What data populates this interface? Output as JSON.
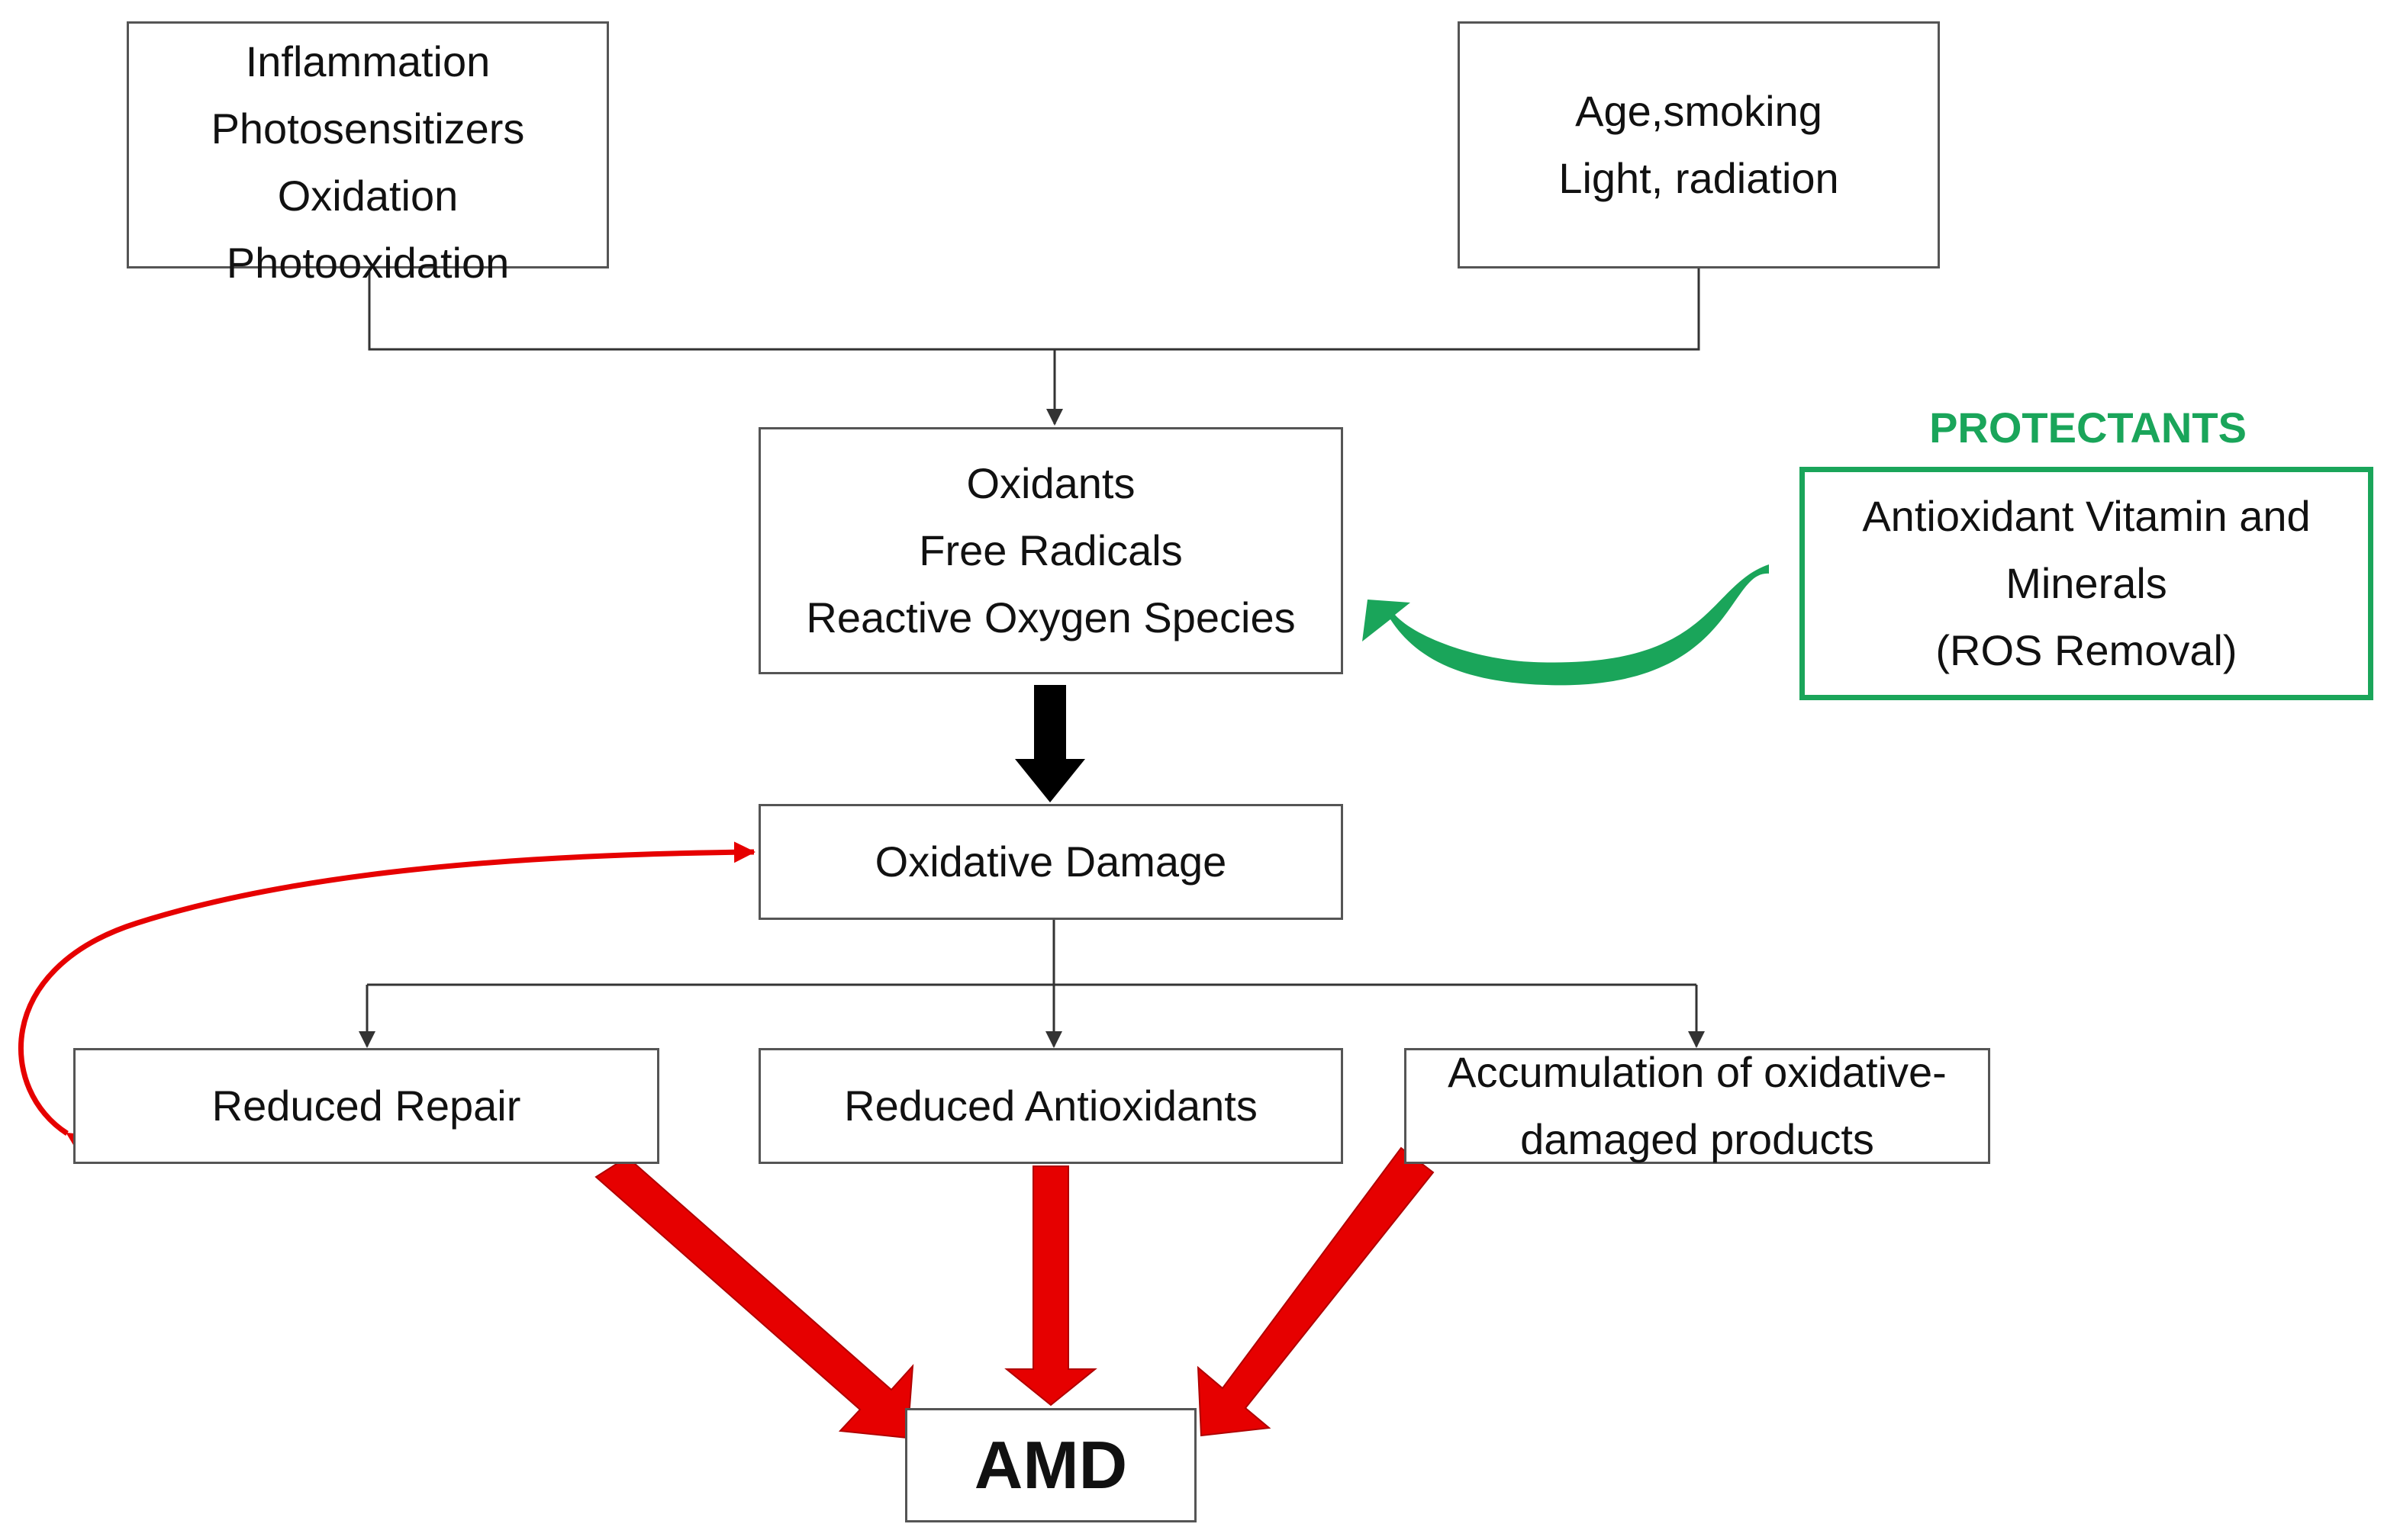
{
  "colors": {
    "box_border": "#555555",
    "connector": "#333333",
    "protectant_green": "#1aa55a",
    "risk_red": "#e60000",
    "main_arrow": "#000000"
  },
  "boxes": {
    "triggers": {
      "lines": [
        "Inflammation",
        "Photosensitizers",
        "Oxidation",
        "Photooxidation"
      ]
    },
    "risk_factors": {
      "lines": [
        "Age,smoking",
        "Light, radiation"
      ]
    },
    "oxidants": {
      "lines": [
        "Oxidants",
        "Free Radicals",
        "Reactive Oxygen Species"
      ]
    },
    "protectants": {
      "title": "PROTECTANTS",
      "lines": [
        "Antioxidant Vitamin and",
        "Minerals",
        "(ROS Removal)"
      ]
    },
    "damage": {
      "lines": [
        "Oxidative Damage"
      ]
    },
    "reduced_repair": {
      "lines": [
        "Reduced Repair"
      ]
    },
    "reduced_antioxidants": {
      "lines": [
        "Reduced Antioxidants"
      ]
    },
    "accumulation": {
      "lines": [
        "Accumulation of oxidative-",
        "damaged products"
      ]
    },
    "outcome": {
      "lines": [
        "AMD"
      ]
    }
  }
}
